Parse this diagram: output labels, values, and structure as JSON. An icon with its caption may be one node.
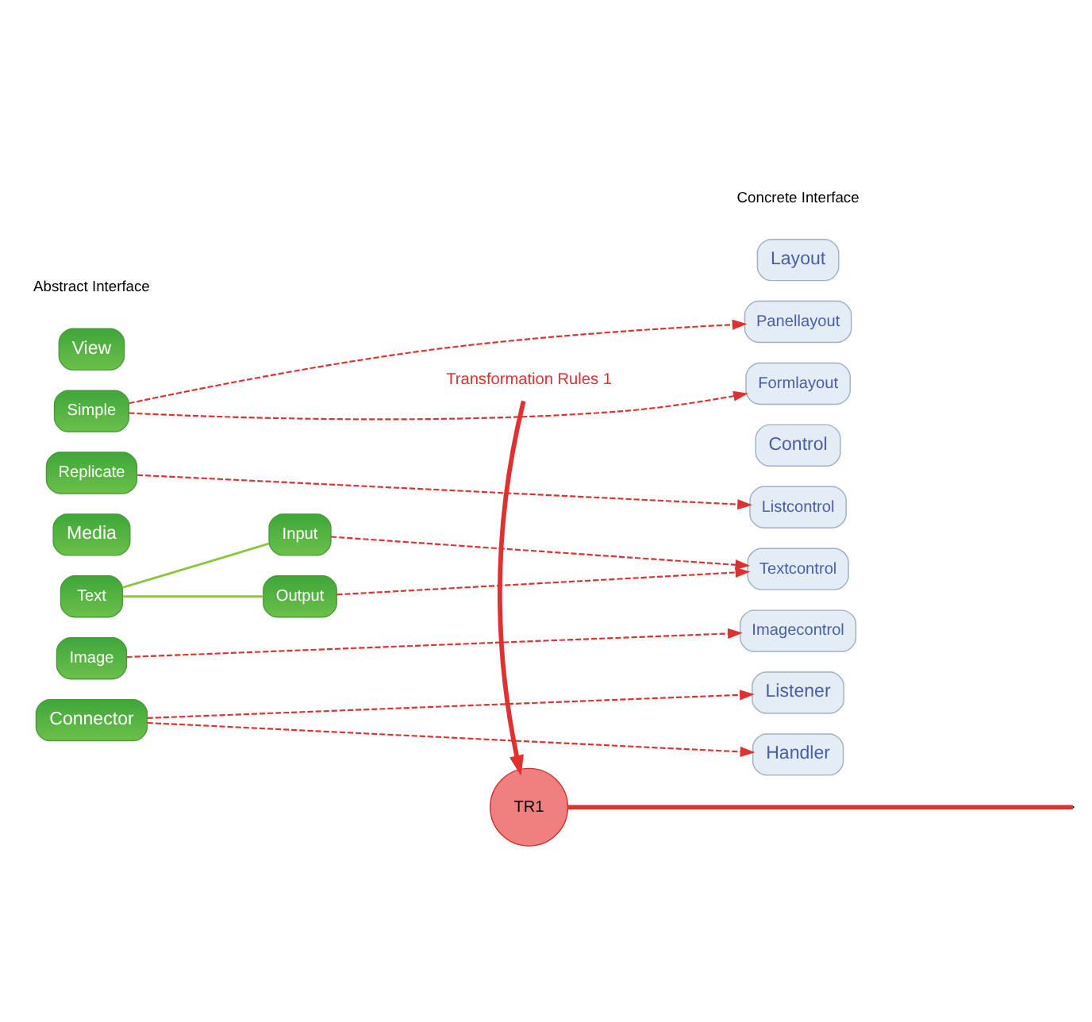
{
  "diagram": {
    "nodes": [
      {
        "text": [
          "View"
        ]
      },
      {
        "text": [
          "Simple"
        ]
      },
      {
        "text": [
          "Replicate"
        ]
      },
      {
        "text": [
          "Media"
        ]
      },
      {
        "text": [
          "Text"
        ]
      },
      {
        "text": [
          "Input"
        ]
      },
      {
        "text": [
          "Output"
        ]
      },
      {
        "text": [
          "Image"
        ]
      },
      {
        "text": [
          "Connector"
        ]
      },
      {
        "text": [
          "Layout"
        ]
      },
      {
        "text": [
          "Panellayout"
        ]
      },
      {
        "text": [
          "Formlayout"
        ]
      },
      {
        "text": [
          "Control"
        ]
      },
      {
        "text": [
          "Listcontrol"
        ]
      },
      {
        "text": [
          "Textcontrol"
        ]
      },
      {
        "text": [
          "Imagecontrol"
        ]
      },
      {
        "text": [
          "Listener"
        ]
      },
      {
        "text": [
          "Handler"
        ]
      },
      {
        "text": [
          "Transformation Rules 1"
        ]
      },
      {
        "text": [
          "TR1"
        ]
      }
    ],
    "edges": [
      {
        "from": 18,
        "to": 19,
        "arrow": "to",
        "style": "thick"
      },
      {
        "from": 19,
        "to": null,
        "arrow": "none",
        "style": "thick"
      },
      {
        "from": 4,
        "to": 5,
        "arrow": "none",
        "color": "#8cc63f"
      },
      {
        "from": 4,
        "to": 6,
        "arrow": "none",
        "color": "#8cc63f"
      },
      {
        "from": 1,
        "to": 10,
        "arrow": "to",
        "style": "dashed"
      },
      {
        "from": 1,
        "to": 11,
        "arrow": "to",
        "style": "dashed"
      },
      {
        "from": 2,
        "to": 13,
        "arrow": "to",
        "style": "dashed"
      },
      {
        "from": 5,
        "to": 14,
        "arrow": "to",
        "style": "dashed"
      },
      {
        "from": 6,
        "to": 14,
        "arrow": "to",
        "style": "dashed"
      },
      {
        "from": 7,
        "to": 15,
        "arrow": "to",
        "style": "dashed"
      },
      {
        "from": 8,
        "to": 16,
        "arrow": "to",
        "style": "dashed"
      },
      {
        "from": 8,
        "to": 17,
        "arrow": "to",
        "style": "dashed"
      }
    ],
    "labels": [
      "Abstract Interface",
      "Concrete Interface"
    ]
  }
}
